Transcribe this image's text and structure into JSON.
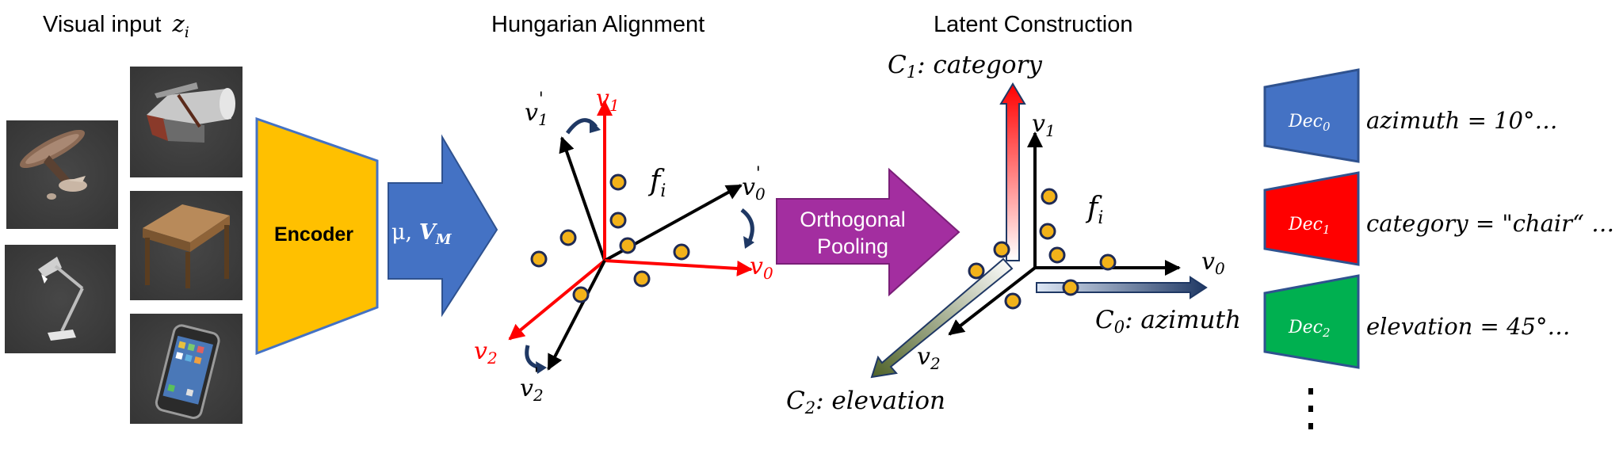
{
  "headers": {
    "visual_input": "Visual input",
    "visual_input_symbol": "z",
    "visual_input_sub": "i",
    "hungarian": "Hungarian Alignment",
    "latent": "Latent Construction"
  },
  "encoder": {
    "label": "Encoder",
    "output_mu": "μ, ",
    "output_v": "V",
    "output_v_sub": "M"
  },
  "pooling": {
    "line1": "Orthogonal",
    "line2": "Pooling"
  },
  "hungarian_axes": {
    "v1": "v",
    "v1_sub": "1",
    "v1p": "v",
    "v1p_sub": "1",
    "v1p_prime": "'",
    "v0": "v",
    "v0_sub": "0",
    "v0p": "v",
    "v0p_sub": "0",
    "v0p_prime": "'",
    "v2": "v",
    "v2_sub": "2",
    "v2p": "v",
    "v2p_sub": "2",
    "v2p_prime": "'",
    "f": "f",
    "f_sub": "i"
  },
  "latent_axes": {
    "v1": "v",
    "v1_sub": "1",
    "v0": "v",
    "v0_sub": "0",
    "v2": "v",
    "v2_sub": "2",
    "f": "f",
    "f_sub": "i",
    "c1": "C",
    "c1_sub": "1",
    "c1_text": ": category",
    "c0": "C",
    "c0_sub": "0",
    "c0_text": ": azimuth",
    "c2": "C",
    "c2_sub": "2",
    "c2_text": ": elevation"
  },
  "decoders": [
    {
      "label": "Dec",
      "sub": "0",
      "color": "#4472c4",
      "output": "azimuth = 10°…"
    },
    {
      "label": "Dec",
      "sub": "1",
      "color": "#ff0000",
      "output": "category = \"chair“ …"
    },
    {
      "label": "Dec",
      "sub": "2",
      "color": "#00b050",
      "output": "elevation = 45°…"
    }
  ],
  "colors": {
    "encoder": "#ffc000",
    "arrow_blue": "#4472c4",
    "pooling": "#a32ea0",
    "red_axis": "#ff0000",
    "dot": "#f2b21a"
  }
}
